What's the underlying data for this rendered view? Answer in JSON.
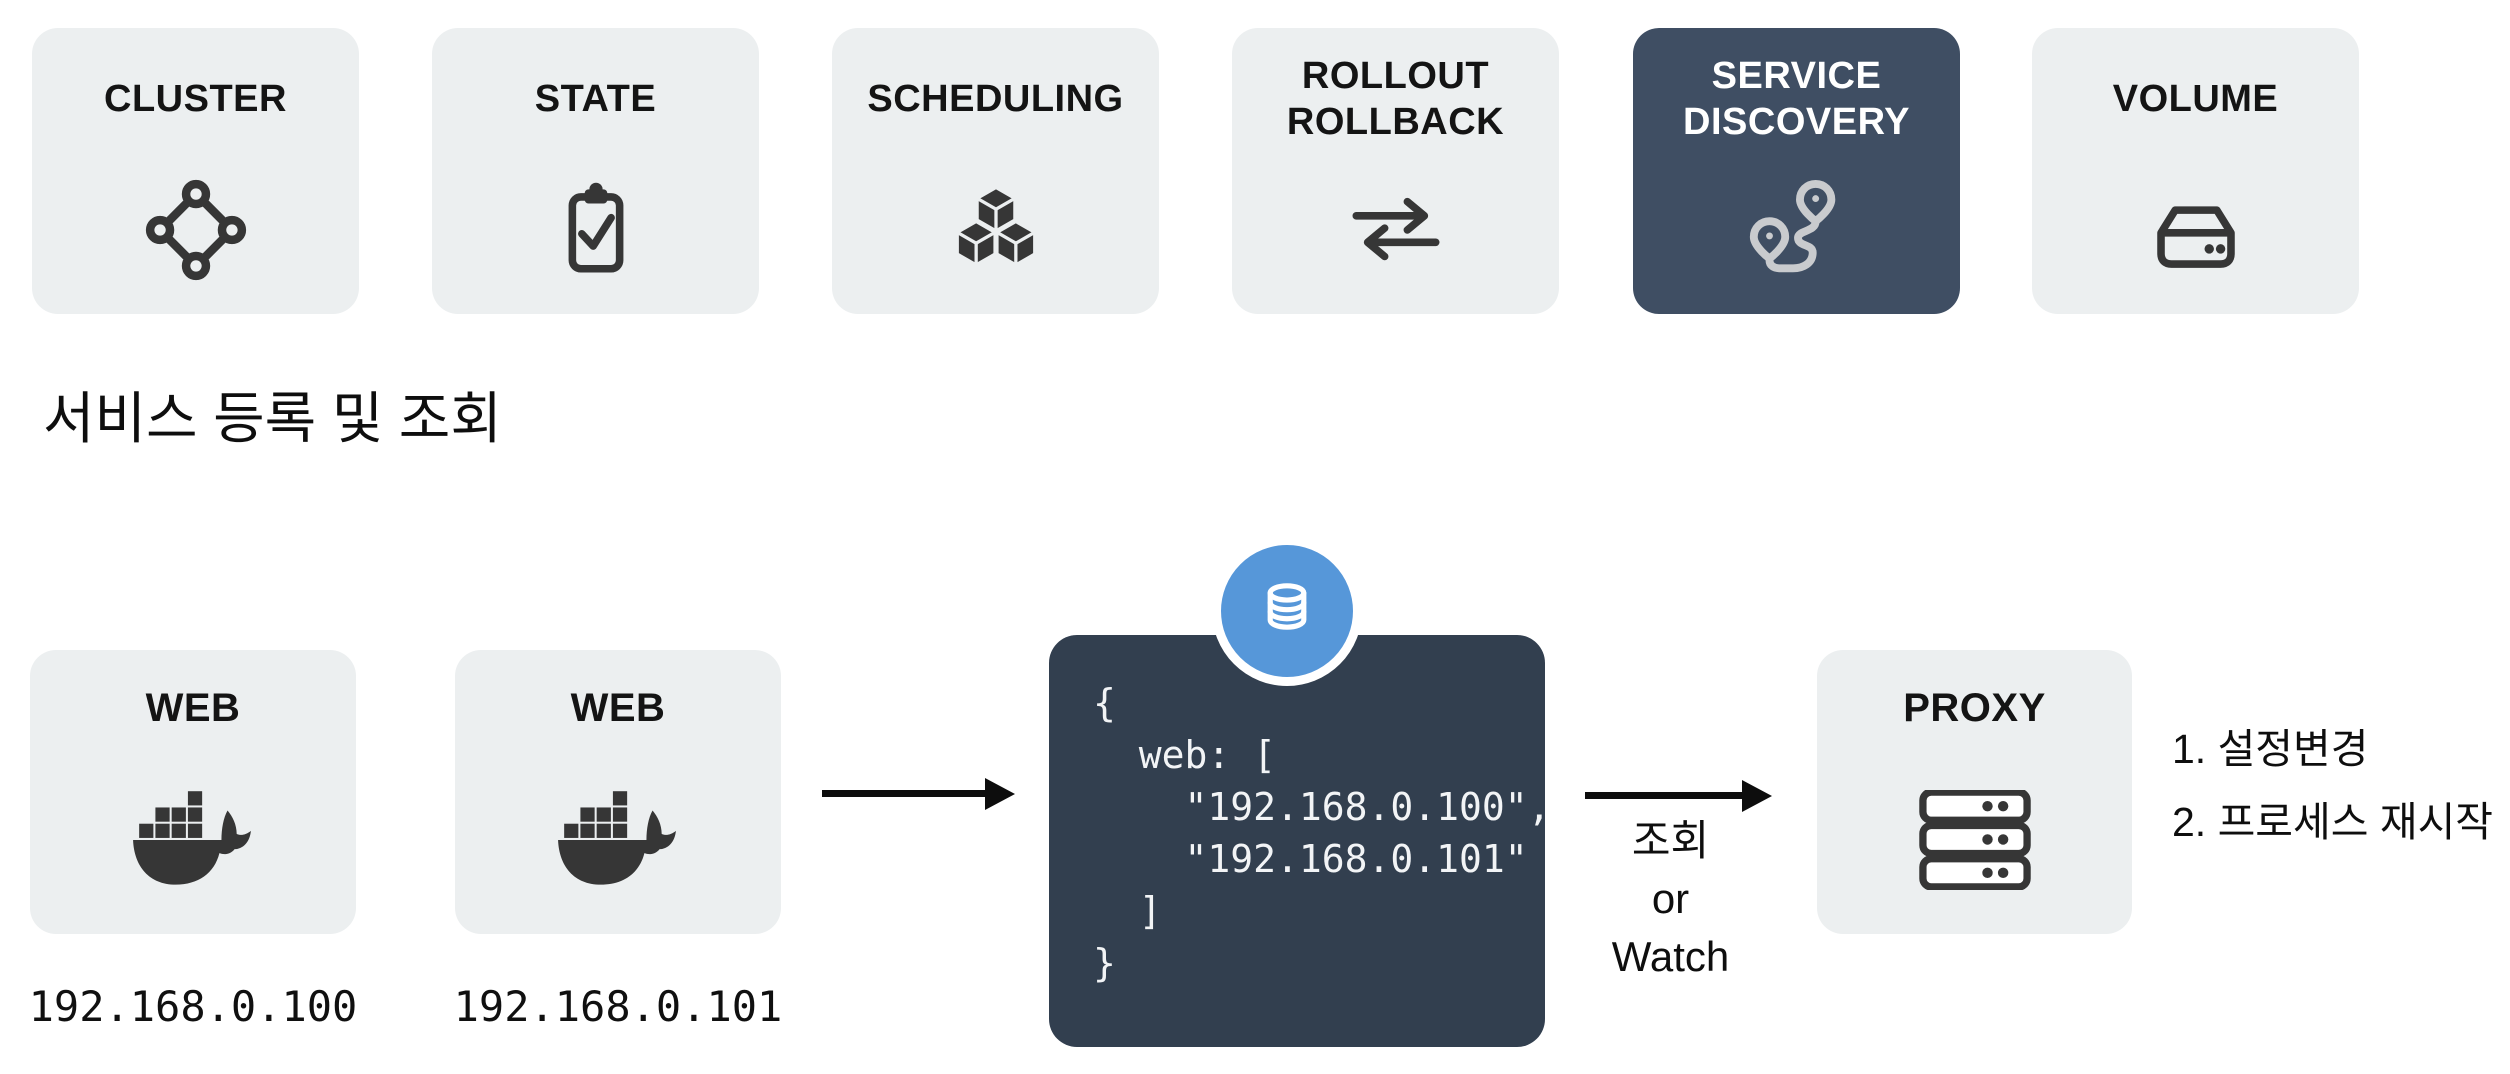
{
  "features": {
    "items": [
      {
        "label": "CLUSTER",
        "icon": "cluster-icon",
        "active": false
      },
      {
        "label": "STATE",
        "icon": "state-icon",
        "active": false
      },
      {
        "label": "SCHEDULING",
        "icon": "scheduling-icon",
        "active": false
      },
      {
        "label": "ROLLOUT\nROLLBACK",
        "icon": "rollout-rollback-icon",
        "active": false
      },
      {
        "label": "SERVICE\nDISCOVERY",
        "icon": "service-discovery-icon",
        "active": true
      },
      {
        "label": "VOLUME",
        "icon": "volume-icon",
        "active": false
      }
    ]
  },
  "section_title": "서비스 등록 및 조회",
  "diagram": {
    "web_nodes": [
      {
        "label": "WEB",
        "icon": "docker-whale-icon",
        "ip": "192.168.0.100"
      },
      {
        "label": "WEB",
        "icon": "docker-whale-icon",
        "ip": "192.168.0.101"
      }
    ],
    "registry": {
      "icon": "database-icon",
      "code": "{\n  web: [\n    \"192.168.0.100\",\n    \"192.168.0.101\"\n  ]\n}"
    },
    "lookup_arrow_label": "조회\nor\nWatch",
    "proxy": {
      "label": "PROXY",
      "icon": "server-rack-icon"
    },
    "steps": [
      "1. 설정변경",
      "2. 프로세스 재시작"
    ]
  },
  "colors": {
    "light_card": "#ECEFF0",
    "dark_card": "#3F4E63",
    "code_bg": "#323F4F",
    "accent_blue": "#5697D9",
    "icon_dark": "#363636",
    "route_gray": "#C9CBCE"
  }
}
